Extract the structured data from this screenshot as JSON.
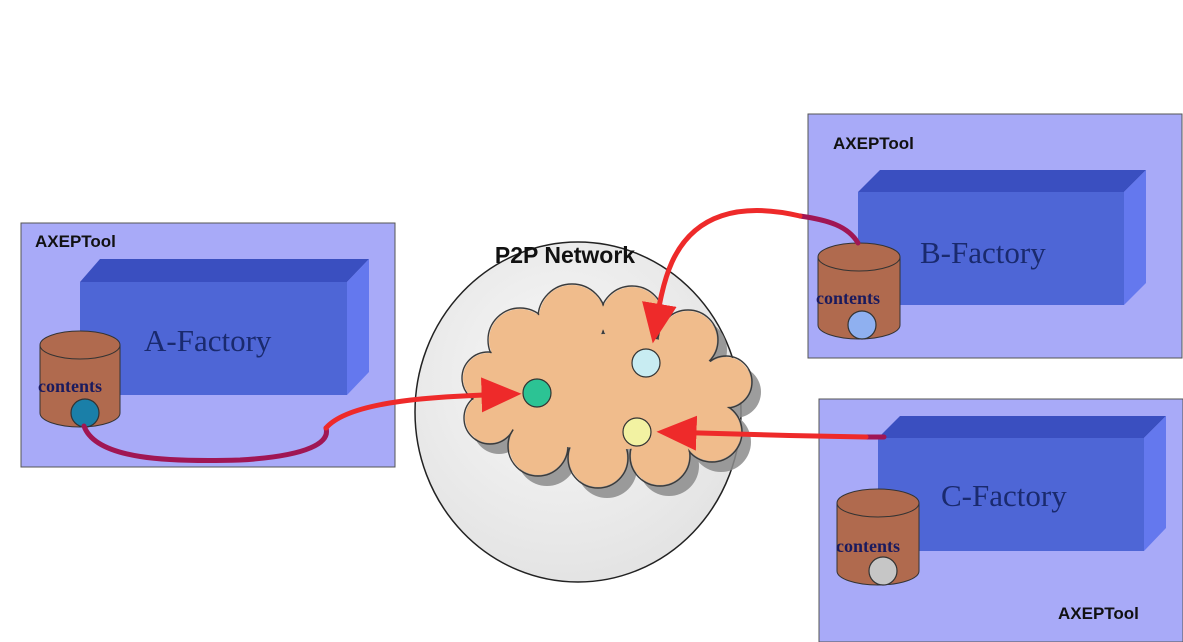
{
  "network": {
    "label": "P2P Network"
  },
  "tools": [
    {
      "id": "a",
      "tool_label": "AXEPTool",
      "factory_label": "A-Factory",
      "contents_label": "contents",
      "content_color": "#1a7fa8"
    },
    {
      "id": "b",
      "tool_label": "AXEPTool",
      "factory_label": "B-Factory",
      "contents_label": "contents",
      "content_color": "#8fb0f0"
    },
    {
      "id": "c",
      "tool_label": "AXEPTool",
      "factory_label": "C-Factory",
      "contents_label": "contents",
      "content_color": "#c6c6c6"
    }
  ],
  "network_nodes": [
    {
      "id": "from-a",
      "color": "#2cc394"
    },
    {
      "id": "from-b",
      "color": "#c8ecf2"
    },
    {
      "id": "from-c",
      "color": "#f2f2a2"
    }
  ],
  "colors": {
    "tool_bg": "#a8aaf8",
    "box_front": "#4e66d6",
    "box_top": "#3a4fc0",
    "box_side": "#6478ee",
    "cylinder": "#b06a4e",
    "cloud": "#f0bc8c",
    "network_circle": "#ececec",
    "link_line": "#a01654",
    "arrow": "#ee2a2a"
  }
}
